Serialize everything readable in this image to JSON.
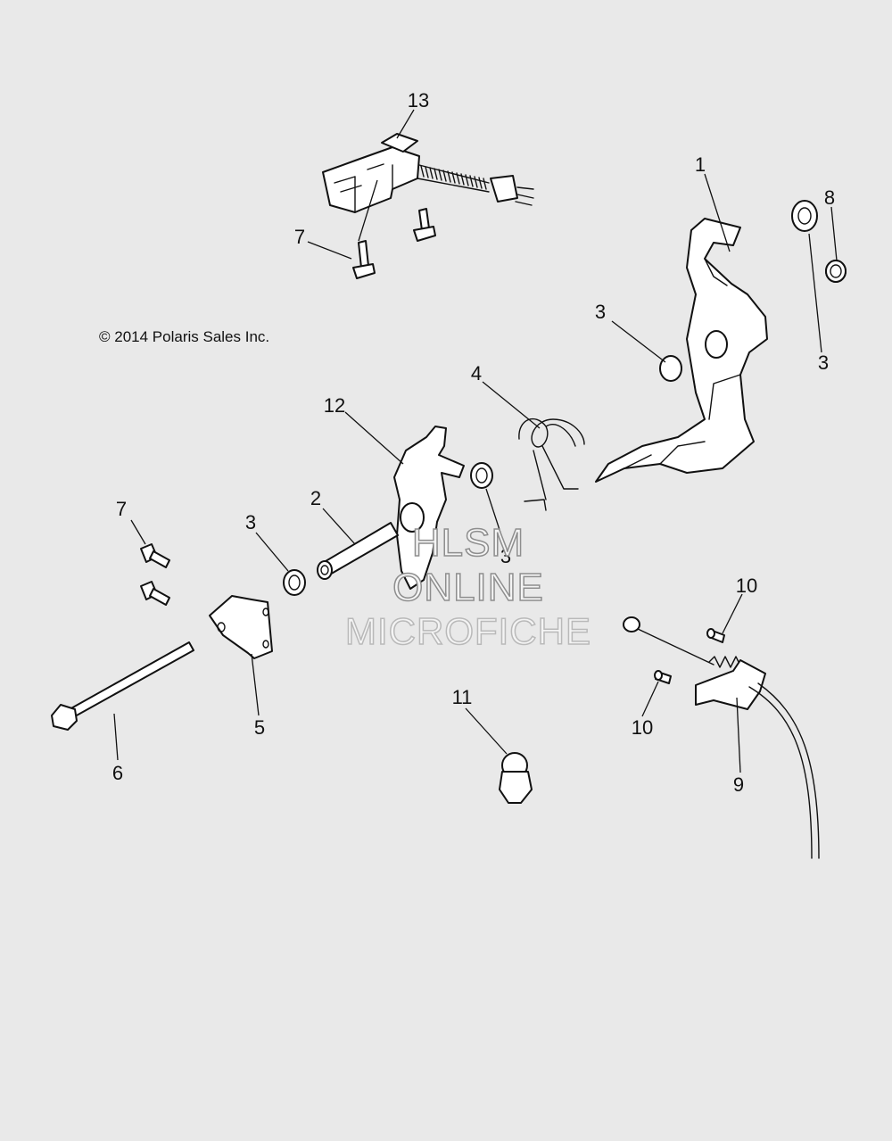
{
  "copyright": "© 2014 Polaris Sales Inc.",
  "watermark": {
    "line1": "HLSM",
    "line2": "ONLINE",
    "line3": "MICROFICHE"
  },
  "callouts": {
    "c1": "1",
    "c2": "2",
    "c3a": "3",
    "c3b": "3",
    "c3c": "3",
    "c3d": "3",
    "c4": "4",
    "c5": "5",
    "c6": "6",
    "c7a": "7",
    "c7b": "7",
    "c8": "8",
    "c9": "9",
    "c10a": "10",
    "c10b": "10",
    "c11": "11",
    "c12": "12",
    "c13": "13"
  }
}
